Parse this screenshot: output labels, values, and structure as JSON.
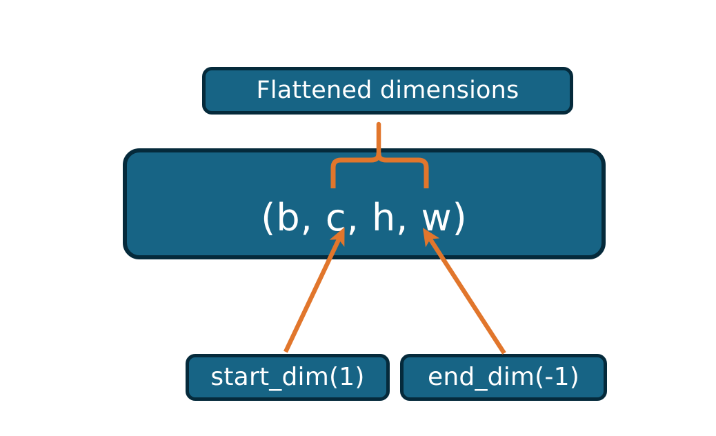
{
  "diagram": {
    "title_node": {
      "label": "Flattened dimensions"
    },
    "shape_node": {
      "label": "(b, c, h, w)"
    },
    "start_node": {
      "label": "start_dim(1)"
    },
    "end_node": {
      "label": "end_dim(-1)"
    },
    "colors": {
      "node_fill": "#176485",
      "node_border": "#052a3b",
      "node_text": "#ffffff",
      "connector": "#e1762c",
      "background": "#ffffff"
    },
    "connectors": [
      {
        "name": "brace-flattened-to-shape",
        "type": "curly-brace-up",
        "from": "shape_node",
        "to": "title_node"
      },
      {
        "name": "arrow-start-dim-to-shape",
        "type": "arrow",
        "from": "start_node",
        "to": "shape_node"
      },
      {
        "name": "arrow-end-dim-to-shape",
        "type": "arrow",
        "from": "end_node",
        "to": "shape_node"
      }
    ]
  }
}
